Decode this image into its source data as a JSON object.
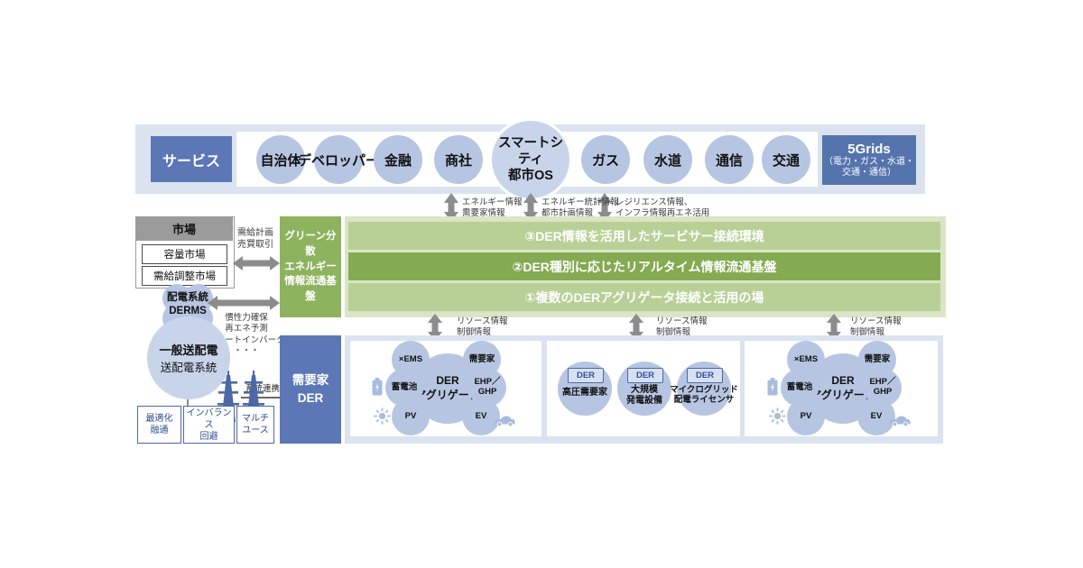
{
  "palette": {
    "band_bg": "#dbe3f0",
    "accent_blue": "#5b77b5",
    "circle_fill": "#b6c5e2",
    "circle_light": "#c8d4e9",
    "green_box": "#8db35f",
    "bar_light": "#b8d096",
    "bar_dark": "#84aa52",
    "green_bg": "#d9e5c6",
    "arrow_gray": "#8c8c8c",
    "market_header_gray": "#9b9b9b",
    "line_blue": "#4d68a6"
  },
  "top": {
    "label": "サービス",
    "circles": [
      "自治体",
      "デベロッパー",
      "金融",
      "商社",
      "ガス",
      "水道",
      "通信",
      "交通"
    ],
    "os_circle": "スマートシティ\n都市OS",
    "grids": {
      "title": "5Grids",
      "subtitle": "（電力・ガス・水道・\n交通・通信）"
    }
  },
  "flows": {
    "top": [
      "エネルギー情報\n需要家情報",
      "エネルギー統計情報\n都市計画情報",
      "レジリエンス情報、\nインフラ情報再エネ活用"
    ],
    "bottom": "リソース情報\n制御情報"
  },
  "platform": {
    "box": "グリーン分散\nエネルギー\n情報流通基盤",
    "bars": [
      "③DER情報を活用したサービサー接続環境",
      "②DER種別に応じたリアルタイム情報流通基盤",
      "①複数のDERアグリゲータ接続と活用の場"
    ]
  },
  "market": {
    "title": "市場",
    "items": [
      "容量市場",
      "需給調整市場"
    ],
    "arrow_label": "需給計画\n売買取引"
  },
  "grid": {
    "derms_label": "配電系統\nDERMS",
    "derms_note": "慣性力確保\n再エネ予測\nスマートインバータ\n・・・",
    "tso_line1": "一般送配電",
    "tso_line2": "送配電系統",
    "interconnect_label": "系統連携",
    "feature_boxes": [
      "最適化\n融通",
      "インバランス\n回避",
      "マルチ\nユース"
    ]
  },
  "demand": {
    "label": "需要家\nDER"
  },
  "agg": {
    "center": "DER\nアグリゲータ",
    "satellites": [
      "×EMS",
      "需要家",
      "蓄電池",
      "EHP／\nGHP",
      "PV",
      "EV"
    ]
  },
  "der2": {
    "chip": "DER",
    "items": [
      "高圧需要家",
      "大規模\n発電設備",
      "マイクログリッド\n配電ライセンサ"
    ]
  }
}
